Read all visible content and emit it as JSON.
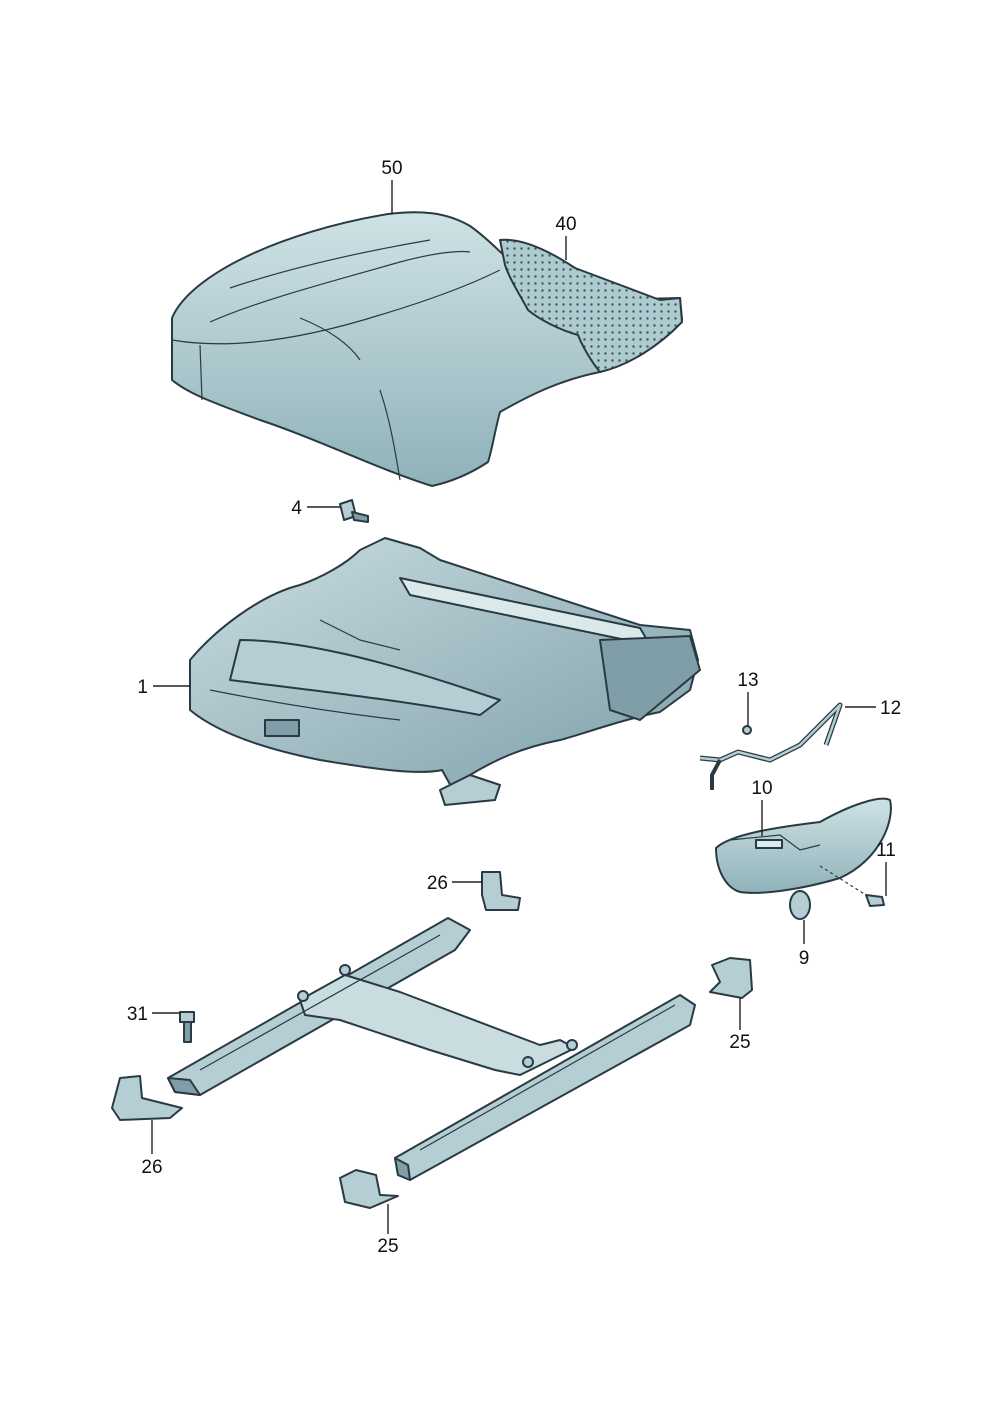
{
  "callouts": [
    {
      "id": "c50",
      "text": "50"
    },
    {
      "id": "c40",
      "text": "40"
    },
    {
      "id": "c4",
      "text": "4"
    },
    {
      "id": "c1",
      "text": "1"
    },
    {
      "id": "c13",
      "text": "13"
    },
    {
      "id": "c12",
      "text": "12"
    },
    {
      "id": "c10",
      "text": "10"
    },
    {
      "id": "c11",
      "text": "11"
    },
    {
      "id": "c9",
      "text": "9"
    },
    {
      "id": "c26a",
      "text": "26"
    },
    {
      "id": "c31",
      "text": "31"
    },
    {
      "id": "c25a",
      "text": "25"
    },
    {
      "id": "c26b",
      "text": "26"
    },
    {
      "id": "c25b",
      "text": "25"
    }
  ],
  "colors": {
    "part_fill": "#b4ced3",
    "part_shadow": "#7f9ea7",
    "part_light": "#dbe9eb",
    "outline": "#2a3a44",
    "hatch": "#8fb0b7"
  }
}
